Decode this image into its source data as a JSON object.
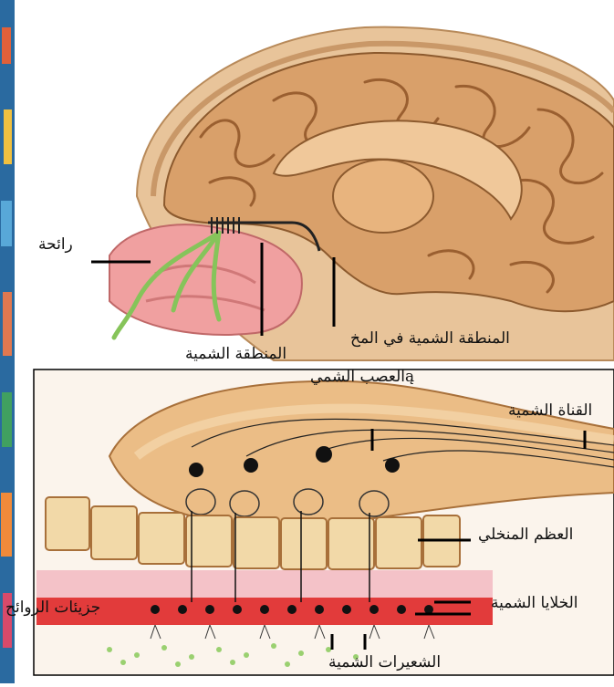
{
  "colors": {
    "brain": "#d9a06a",
    "brain_shadow": "#a8683a",
    "skull": "#e8c49a",
    "nasal": "#f0a0a0",
    "nerve": "#86c45a",
    "bone": "#f2d9a8",
    "cells": "#e23b3b",
    "line": "#000000"
  },
  "labels": {
    "odor": "رائحة",
    "brain_olfactory_area": "المنطقة الشمية في المخ",
    "olfactory_area": "المنطقة الشمية",
    "olfactory_nerve": "ąالعصب الشمي",
    "olfactory_tract": "القناة الشمية",
    "ethmoid_bone": "العظم المنخلي",
    "olfactory_cells": "الخلايا الشمية",
    "odor_molecules": "جزيئات الروائح",
    "olfactory_hairs": "الشعيرات الشمية"
  }
}
